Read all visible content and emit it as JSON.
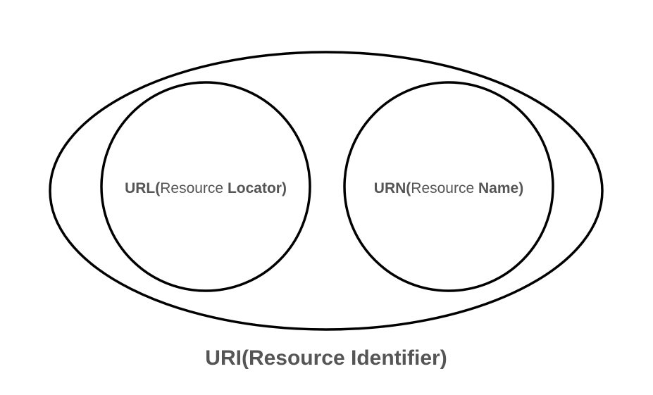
{
  "diagram": {
    "left_circle": {
      "prefix": "URL(",
      "middle": "Resource ",
      "suffix": "Locator)"
    },
    "right_circle": {
      "prefix": "URN(",
      "middle": "Resource ",
      "suffix": "Name)"
    },
    "caption": "URI(Resource Identifier)"
  },
  "colors": {
    "stroke": "#000000",
    "text": "#555555",
    "background": "#ffffff"
  }
}
